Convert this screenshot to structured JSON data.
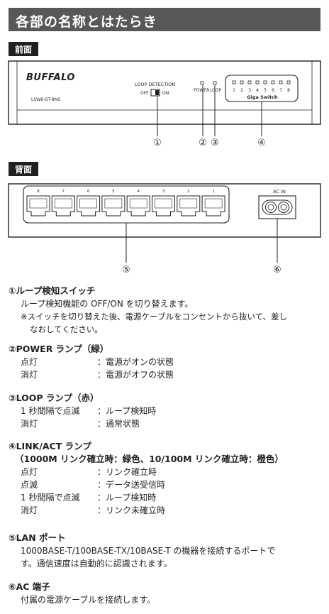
{
  "header": {
    "title": "各部の名称とはたらき"
  },
  "front": {
    "tab": "前面",
    "brand": "BUFFALO",
    "model": "LSW6-GT-8NS",
    "loop_detection_label": "LOOP DETECTION",
    "off_label": "OFF",
    "on_label": "ON",
    "power_label": "POWER",
    "loop_label": "LOOP",
    "port_numbers": [
      "1",
      "2",
      "3",
      "4",
      "5",
      "6",
      "7",
      "8"
    ],
    "giga_label": "Giga Switch",
    "callouts": [
      "①",
      "②",
      "③",
      "④"
    ]
  },
  "back": {
    "tab": "背面",
    "port_numbers": [
      "8",
      "7",
      "6",
      "5",
      "4",
      "3",
      "2",
      "1"
    ],
    "ac_in_label": "AC IN",
    "callouts": [
      "⑤",
      "⑥"
    ]
  },
  "items": [
    {
      "title": "①ループ検知スイッチ",
      "body": "ループ検知機能の OFF/ON を切り替えます。",
      "note1": "※スイッチを切り替えた後、電源ケーブルをコンセントから抜いて、差し",
      "note2": "なおしてください。"
    },
    {
      "title": "②POWER ランプ（緑）",
      "rows": [
        {
          "k": "点灯",
          "v": "：電源がオンの状態"
        },
        {
          "k": "消灯",
          "v": "：電源がオフの状態"
        }
      ]
    },
    {
      "title": "③LOOP ランプ（赤）",
      "rows": [
        {
          "k": "1 秒間隔で点滅",
          "v": "：ループ検知時"
        },
        {
          "k": "消灯",
          "v": "：通常状態"
        }
      ]
    },
    {
      "title": "④LINK/ACT ランプ",
      "subtitle": "（1000M リンク確立時：緑色、10/100M リンク確立時：橙色）",
      "rows": [
        {
          "k": "点灯",
          "v": "：リンク確立時"
        },
        {
          "k": "点滅",
          "v": "：データ送受信時"
        },
        {
          "k": "1 秒間隔で点滅",
          "v": "：ループ検知時"
        },
        {
          "k": "消灯",
          "v": "：リンク未確立時"
        }
      ]
    },
    {
      "title": "⑤LAN ポート",
      "body1": "1000BASE-T/100BASE-TX/10BASE-T の機器を接続するポートで",
      "body2": "す。通信速度は自動的に認識されます。"
    },
    {
      "title": "⑥AC 端子",
      "body": "付属の電源ケーブルを接続します。"
    }
  ]
}
